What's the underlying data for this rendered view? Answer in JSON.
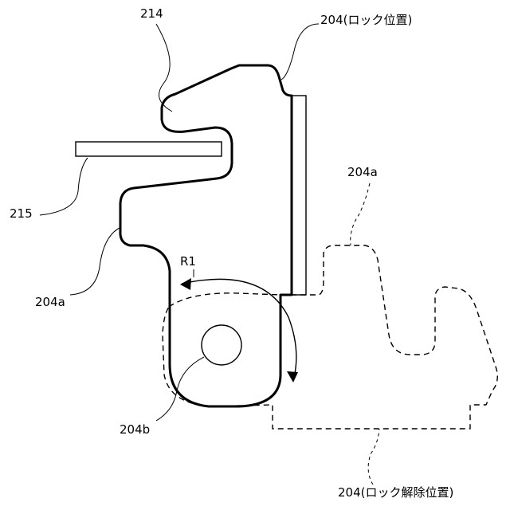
{
  "labels": {
    "part_214": "214",
    "part_204_locked": "204(ロック位置)",
    "part_204a_right": "204a",
    "part_215": "215",
    "part_204a_left": "204a",
    "rotation_r1": "R1",
    "part_204b": "204b",
    "part_204_unlocked": "204(ロック解除位置)"
  }
}
